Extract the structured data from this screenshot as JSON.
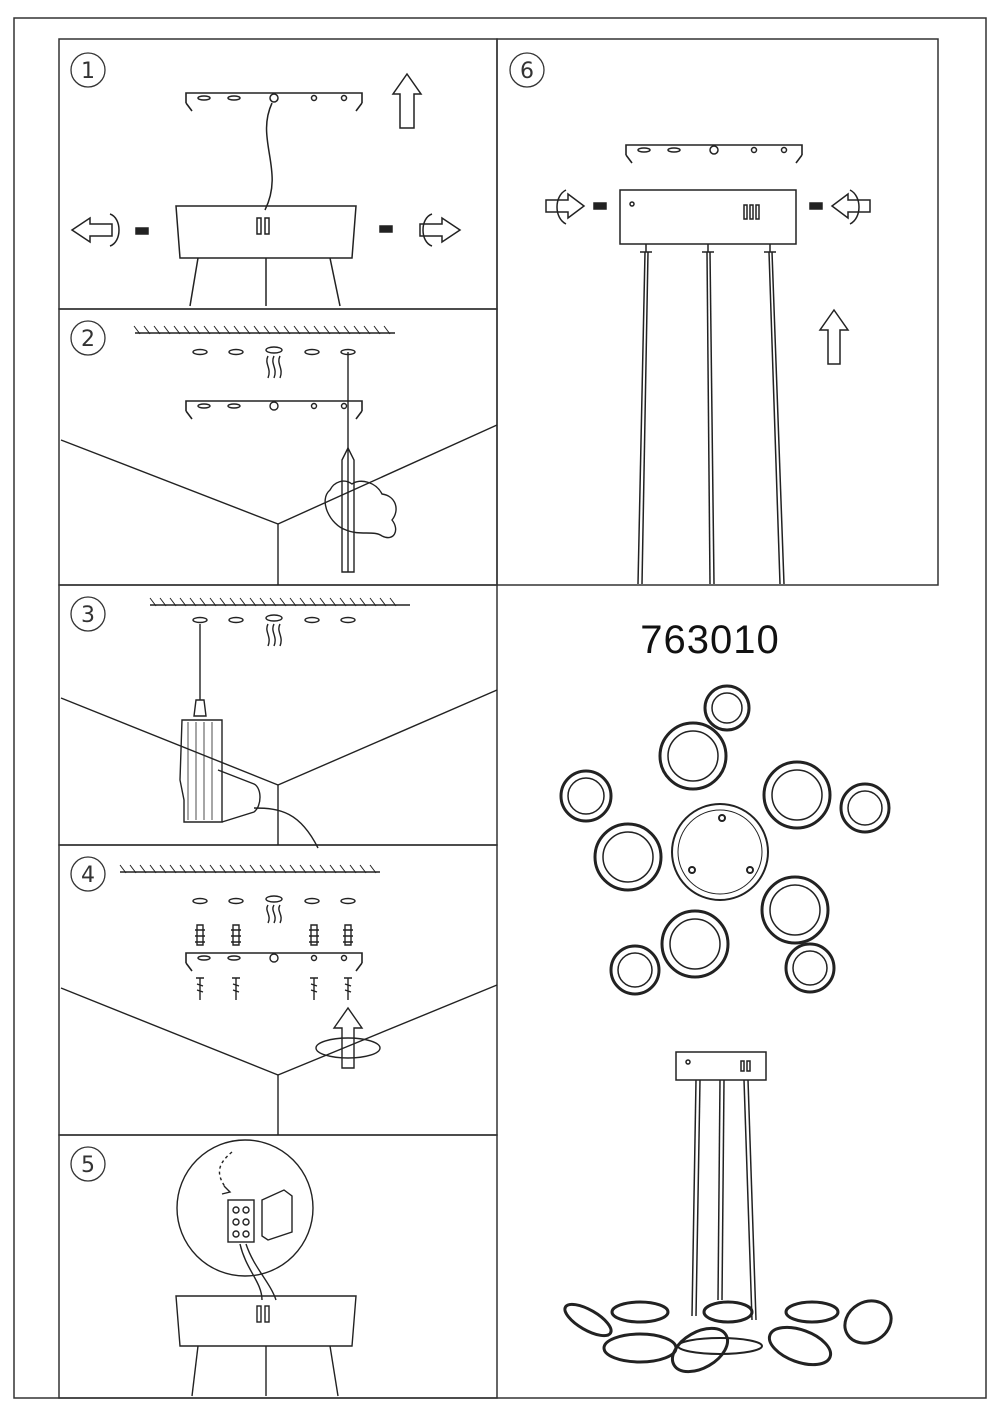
{
  "product": {
    "model_number": "763010"
  },
  "steps": [
    {
      "number": "1",
      "description_icon": "mount-bracket-and-canopy-screws"
    },
    {
      "number": "2",
      "description_icon": "mark-drill-holes"
    },
    {
      "number": "3",
      "description_icon": "drill-ceiling"
    },
    {
      "number": "4",
      "description_icon": "fix-bracket-with-anchors"
    },
    {
      "number": "5",
      "description_icon": "wire-terminal-connection"
    },
    {
      "number": "6",
      "description_icon": "attach-canopy-to-bracket"
    }
  ],
  "colors": {
    "line": "#222222",
    "border": "#333333",
    "background": "#ffffff"
  }
}
